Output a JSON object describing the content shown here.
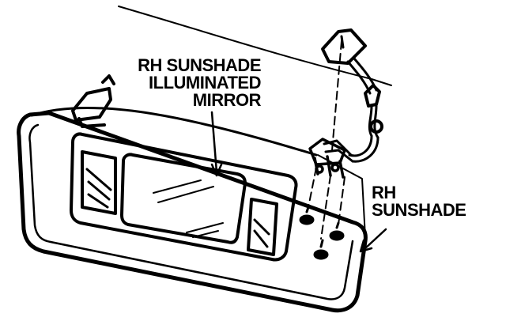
{
  "labels": {
    "mirror": [
      "RH SUNSHADE",
      "ILLUMINATED",
      "MIRROR"
    ],
    "sunshade": [
      "RH",
      "SUNSHADE"
    ]
  },
  "colors": {
    "ink": "#000000",
    "paper": "#ffffff"
  }
}
